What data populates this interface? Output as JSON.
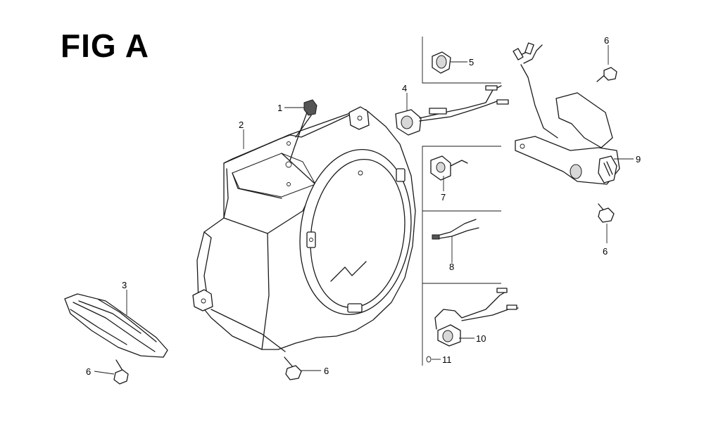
{
  "figure": {
    "title": "FIG A"
  },
  "callouts": [
    {
      "id": "c1",
      "label": "1"
    },
    {
      "id": "c2",
      "label": "2"
    },
    {
      "id": "c3",
      "label": "3"
    },
    {
      "id": "c4",
      "label": "4"
    },
    {
      "id": "c5",
      "label": "5"
    },
    {
      "id": "c6a",
      "label": "6"
    },
    {
      "id": "c6b",
      "label": "6"
    },
    {
      "id": "c6c",
      "label": "6"
    },
    {
      "id": "c6d",
      "label": "6"
    },
    {
      "id": "c7",
      "label": "7"
    },
    {
      "id": "c8",
      "label": "8"
    },
    {
      "id": "c9",
      "label": "9"
    },
    {
      "id": "c10",
      "label": "10"
    },
    {
      "id": "c11",
      "label": "11"
    }
  ]
}
